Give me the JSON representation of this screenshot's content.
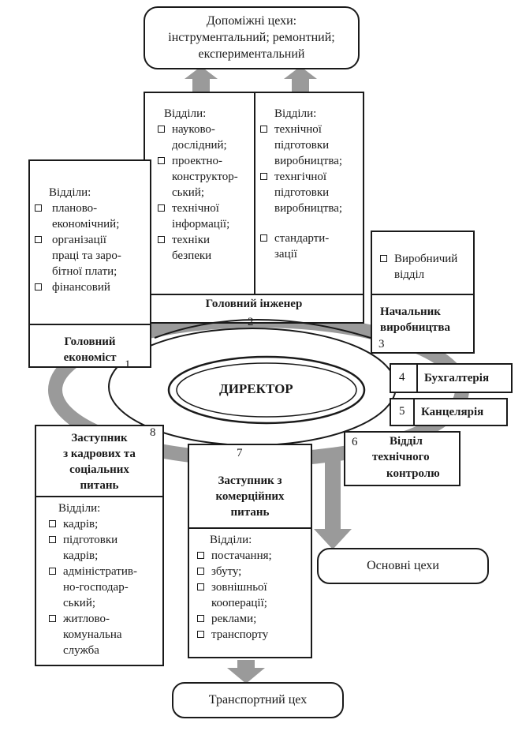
{
  "aux_shops": {
    "line1": "Допоміжні цехи:",
    "line2": "інструментальний; ремонтний;",
    "line3": "експериментальний"
  },
  "director": "ДИРЕКТОР",
  "chief_engineer": {
    "title": "Головний інженер",
    "number": "2",
    "col1_header": "Відділи:",
    "col1_items": [
      {
        "l1": "науково-",
        "l2": "дослідний;"
      },
      {
        "l1": "проектно-",
        "l2": "конструктор-",
        "l3": "ський;"
      },
      {
        "l1": "технічної",
        "l2": "інформації;"
      },
      {
        "l1": "техніки",
        "l2": "безпеки"
      }
    ],
    "col2_header": "Відділи:",
    "col2_items": [
      {
        "l1": "технічної",
        "l2": "підготовки",
        "l3": "виробництва;"
      },
      {
        "l1": "технгічної",
        "l2": "підготовки",
        "l3": "виробництва;"
      },
      {
        "l1": "стандарти-",
        "l2": "зації"
      }
    ]
  },
  "chief_economist": {
    "title1": "Головний",
    "title2": "економіст",
    "number": "1",
    "header": "Відділи:",
    "items": [
      {
        "l1": "планово-",
        "l2": "економічний;"
      },
      {
        "l1": "організації",
        "l2": "праці та заро-",
        "l3": "бітної плати;"
      },
      {
        "l1": "фінансовий"
      }
    ]
  },
  "production_head": {
    "title1": "Начальник",
    "title2": "виробництва",
    "number": "3",
    "items": [
      {
        "l1": "Виробничий",
        "l2": "відділ"
      }
    ]
  },
  "accounting": {
    "number": "4",
    "label": "Бухгалтерія"
  },
  "chancellery": {
    "number": "5",
    "label": "Канцелярія"
  },
  "quality_control": {
    "number": "6",
    "l1": "Відділ",
    "l2": "технічного",
    "l3": "контролю"
  },
  "commerce_deputy": {
    "number": "7",
    "title1": "Заступник з",
    "title2": "комерційних",
    "title3": "питань",
    "header": "Відділи:",
    "items": [
      {
        "l1": "постачання;"
      },
      {
        "l1": "збуту;"
      },
      {
        "l1": "зовнішньої",
        "l2": "кооперації;"
      },
      {
        "l1": "реклами;"
      },
      {
        "l1": "транспорту"
      }
    ]
  },
  "hr_deputy": {
    "number": "8",
    "title1": "Заступник",
    "title2": "з кадрових та",
    "title3": "соціальних",
    "title4": "питань",
    "header": "Відділи:",
    "items": [
      {
        "l1": "кадрів;"
      },
      {
        "l1": "підготовки",
        "l2": "кадрів;"
      },
      {
        "l1": "адміністратив-",
        "l2": "но-господар-",
        "l3": "ський;"
      },
      {
        "l1": "житлово-",
        "l2": "комунальна",
        "l3": "служба"
      }
    ]
  },
  "main_shops": "Основні цехи",
  "transport_shop": "Транспортний цех"
}
